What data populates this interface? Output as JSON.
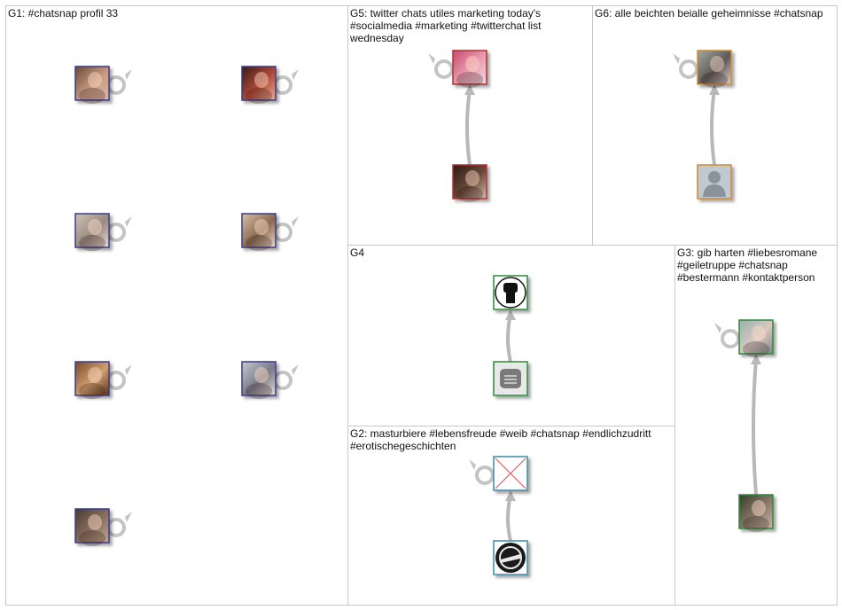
{
  "groups": [
    {
      "id": "G1",
      "title": "G1: #chatsnap profil 33"
    },
    {
      "id": "G5",
      "title": "G5: twitter chats utiles marketing today's\n#socialmedia #marketing #twitterchat list\nwednesday"
    },
    {
      "id": "G6",
      "title": "G6: alle beichten beialle geheimnisse #chatsnap"
    },
    {
      "id": "G4",
      "title": "G4"
    },
    {
      "id": "G3",
      "title": "G3: gib harten #liebesromane\n#geiletruppe #chatsnap\n#bestermann #kontaktperson"
    },
    {
      "id": "G2",
      "title": "G2: masturbiere #lebensfreude #weib #chatsnap #endlichzudritt\n#erotischegeschichten"
    }
  ],
  "colors": {
    "panel_border": "#c8c8c8",
    "edge": "#b8b8b8",
    "self_loop": "#c4c4c4",
    "node_frame_blue": "#3a3a8a",
    "node_frame_red": "#b03030",
    "node_frame_orange": "#d08a30",
    "node_frame_green": "#2f8a3a",
    "node_frame_teal": "#3a8aa8"
  },
  "nodes": [
    {
      "group": "G1",
      "avatar": "photo-avatar",
      "frame": "node_frame_blue",
      "self_loop": true
    },
    {
      "group": "G1",
      "avatar": "photo-avatar",
      "frame": "node_frame_blue",
      "self_loop": true
    },
    {
      "group": "G1",
      "avatar": "photo-avatar",
      "frame": "node_frame_blue",
      "self_loop": true
    },
    {
      "group": "G1",
      "avatar": "photo-avatar",
      "frame": "node_frame_blue",
      "self_loop": true
    },
    {
      "group": "G1",
      "avatar": "photo-avatar",
      "frame": "node_frame_blue",
      "self_loop": true
    },
    {
      "group": "G1",
      "avatar": "photo-avatar",
      "frame": "node_frame_blue",
      "self_loop": true
    },
    {
      "group": "G1",
      "avatar": "photo-avatar",
      "frame": "node_frame_blue",
      "self_loop": true
    },
    {
      "group": "G5",
      "avatar": "photo-avatar",
      "frame": "node_frame_red",
      "self_loop": true
    },
    {
      "group": "G5",
      "avatar": "photo-avatar",
      "frame": "node_frame_red",
      "self_loop": false
    },
    {
      "group": "G6",
      "avatar": "photo-avatar",
      "frame": "node_frame_orange",
      "self_loop": true
    },
    {
      "group": "G6",
      "avatar": "default-profile-avatar",
      "frame": "node_frame_orange",
      "self_loop": false
    },
    {
      "group": "G4",
      "avatar": "raised-fist-avatar",
      "frame": "node_frame_green",
      "self_loop": false
    },
    {
      "group": "G4",
      "avatar": "pillow-avatar",
      "frame": "node_frame_green",
      "self_loop": false
    },
    {
      "group": "G3",
      "avatar": "photo-avatar",
      "frame": "node_frame_green",
      "self_loop": true
    },
    {
      "group": "G3",
      "avatar": "photo-avatar",
      "frame": "node_frame_green",
      "self_loop": false
    },
    {
      "group": "G2",
      "avatar": "missing-image-avatar",
      "frame": "node_frame_teal",
      "self_loop": true
    },
    {
      "group": "G2",
      "avatar": "brand-logo-avatar",
      "frame": "node_frame_teal",
      "self_loop": false
    }
  ],
  "edges": [
    {
      "from": 8,
      "to": 7
    },
    {
      "from": 10,
      "to": 9
    },
    {
      "from": 12,
      "to": 11
    },
    {
      "from": 14,
      "to": 13
    },
    {
      "from": 16,
      "to": 15
    }
  ]
}
